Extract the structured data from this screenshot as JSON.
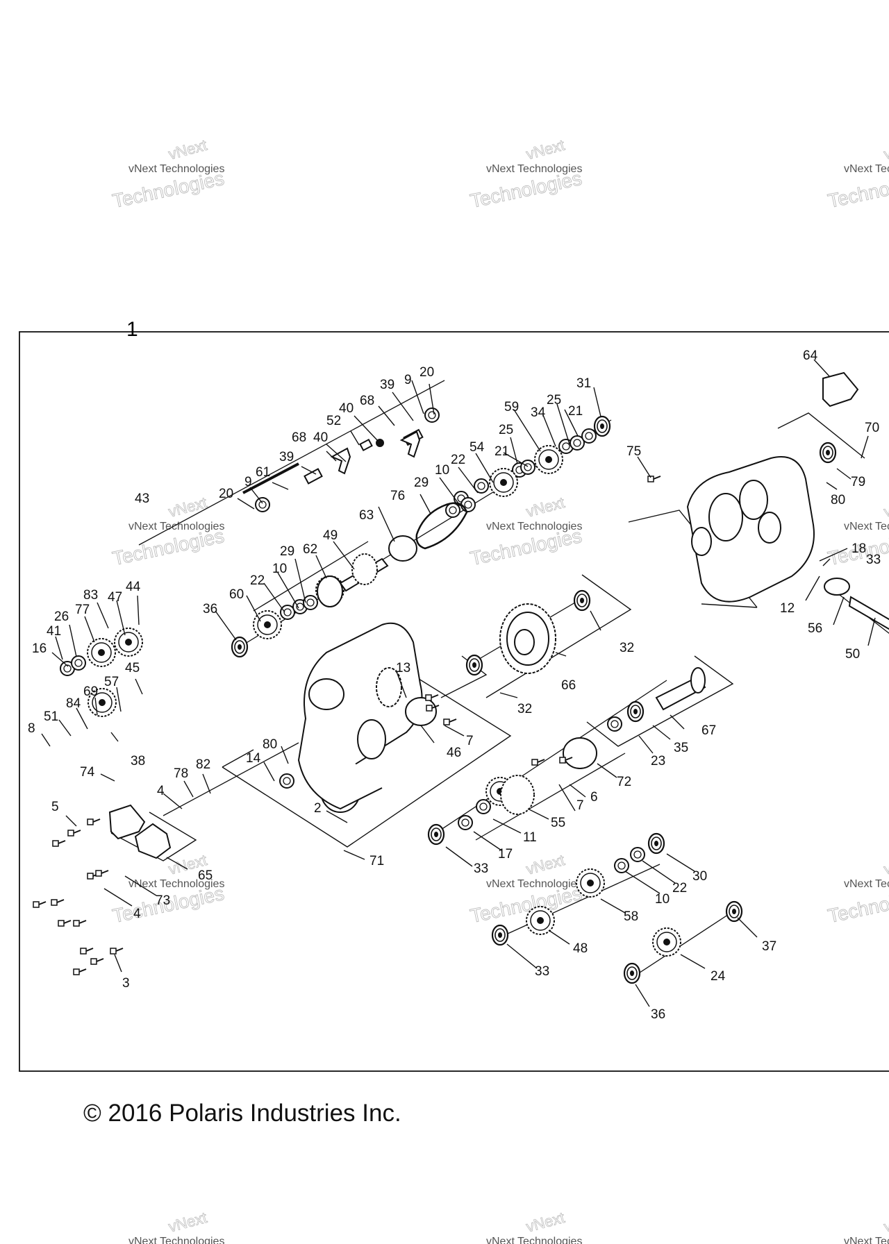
{
  "main_callout": "1",
  "copyright": "© 2016 Polaris Industries Inc.",
  "watermark": {
    "line1": "vNext",
    "line2": "vNext Technologies",
    "line3": "Technologies"
  },
  "callouts": {
    "c20a": "20",
    "c9a": "9",
    "c61": "61",
    "c39a": "39",
    "c68a": "68",
    "c40a": "40",
    "c52": "52",
    "c40b": "40",
    "c68b": "68",
    "c39b": "39",
    "c9b": "9",
    "c20b": "20",
    "c43": "43",
    "c31": "31",
    "c25a": "25",
    "c21a": "21",
    "c34": "34",
    "c59": "59",
    "c25b": "25",
    "c21b": "21",
    "c54": "54",
    "c22a": "22",
    "c10a": "10",
    "c29a": "29",
    "c76": "76",
    "c63": "63",
    "c49": "49",
    "c62": "62",
    "c29b": "29",
    "c10b": "10",
    "c22b": "22",
    "c60": "60",
    "c36a": "36",
    "c64": "64",
    "c70": "70",
    "c75": "75",
    "c79": "79",
    "c80a": "80",
    "c18": "18",
    "c33a": "33",
    "c12": "12",
    "c56": "56",
    "c50": "50",
    "c83": "83",
    "c47": "47",
    "c44": "44",
    "c77": "77",
    "c26": "26",
    "c41": "41",
    "c16": "16",
    "c45": "45",
    "c57": "57",
    "c69": "69",
    "c84": "84",
    "c51": "51",
    "c8": "8",
    "c38": "38",
    "c13": "13",
    "c46": "46",
    "c7a": "7",
    "c32a": "32",
    "c32b": "32",
    "c66": "66",
    "c67": "67",
    "c35": "35",
    "c23": "23",
    "c72": "72",
    "c6": "6",
    "c7b": "7",
    "c55": "55",
    "c11": "11",
    "c17": "17",
    "c33b": "33",
    "c80b": "80",
    "c14": "14",
    "c2": "2",
    "c71": "71",
    "c74": "74",
    "c78": "78",
    "c82": "82",
    "c4a": "4",
    "c5": "5",
    "c65": "65",
    "c73": "73",
    "c4b": "4",
    "c30": "30",
    "c22c": "22",
    "c10c": "10",
    "c58": "58",
    "c48": "48",
    "c33c": "33",
    "c37": "37",
    "c24": "24",
    "c36b": "36",
    "c3": "3"
  }
}
